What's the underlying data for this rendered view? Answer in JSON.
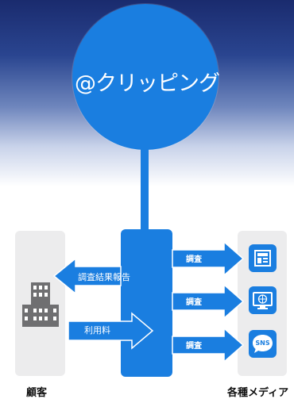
{
  "brand": {
    "name": "@クリッピング"
  },
  "flows": {
    "report_label": "調査結果報告",
    "fee_label": "利用料",
    "survey_labels": [
      "調査",
      "調査",
      "調査"
    ]
  },
  "labels": {
    "customer": "顧客",
    "media": "各種メディア"
  },
  "media_icons": [
    {
      "icon": "newspaper-icon"
    },
    {
      "icon": "web-monitor-icon"
    },
    {
      "icon": "sns-icon",
      "text": "SNS"
    }
  ],
  "colors": {
    "accent": "#1a7ee0",
    "panel": "#ececed",
    "building": "#6f6f71",
    "top_gradient": "#1a2b6e"
  }
}
